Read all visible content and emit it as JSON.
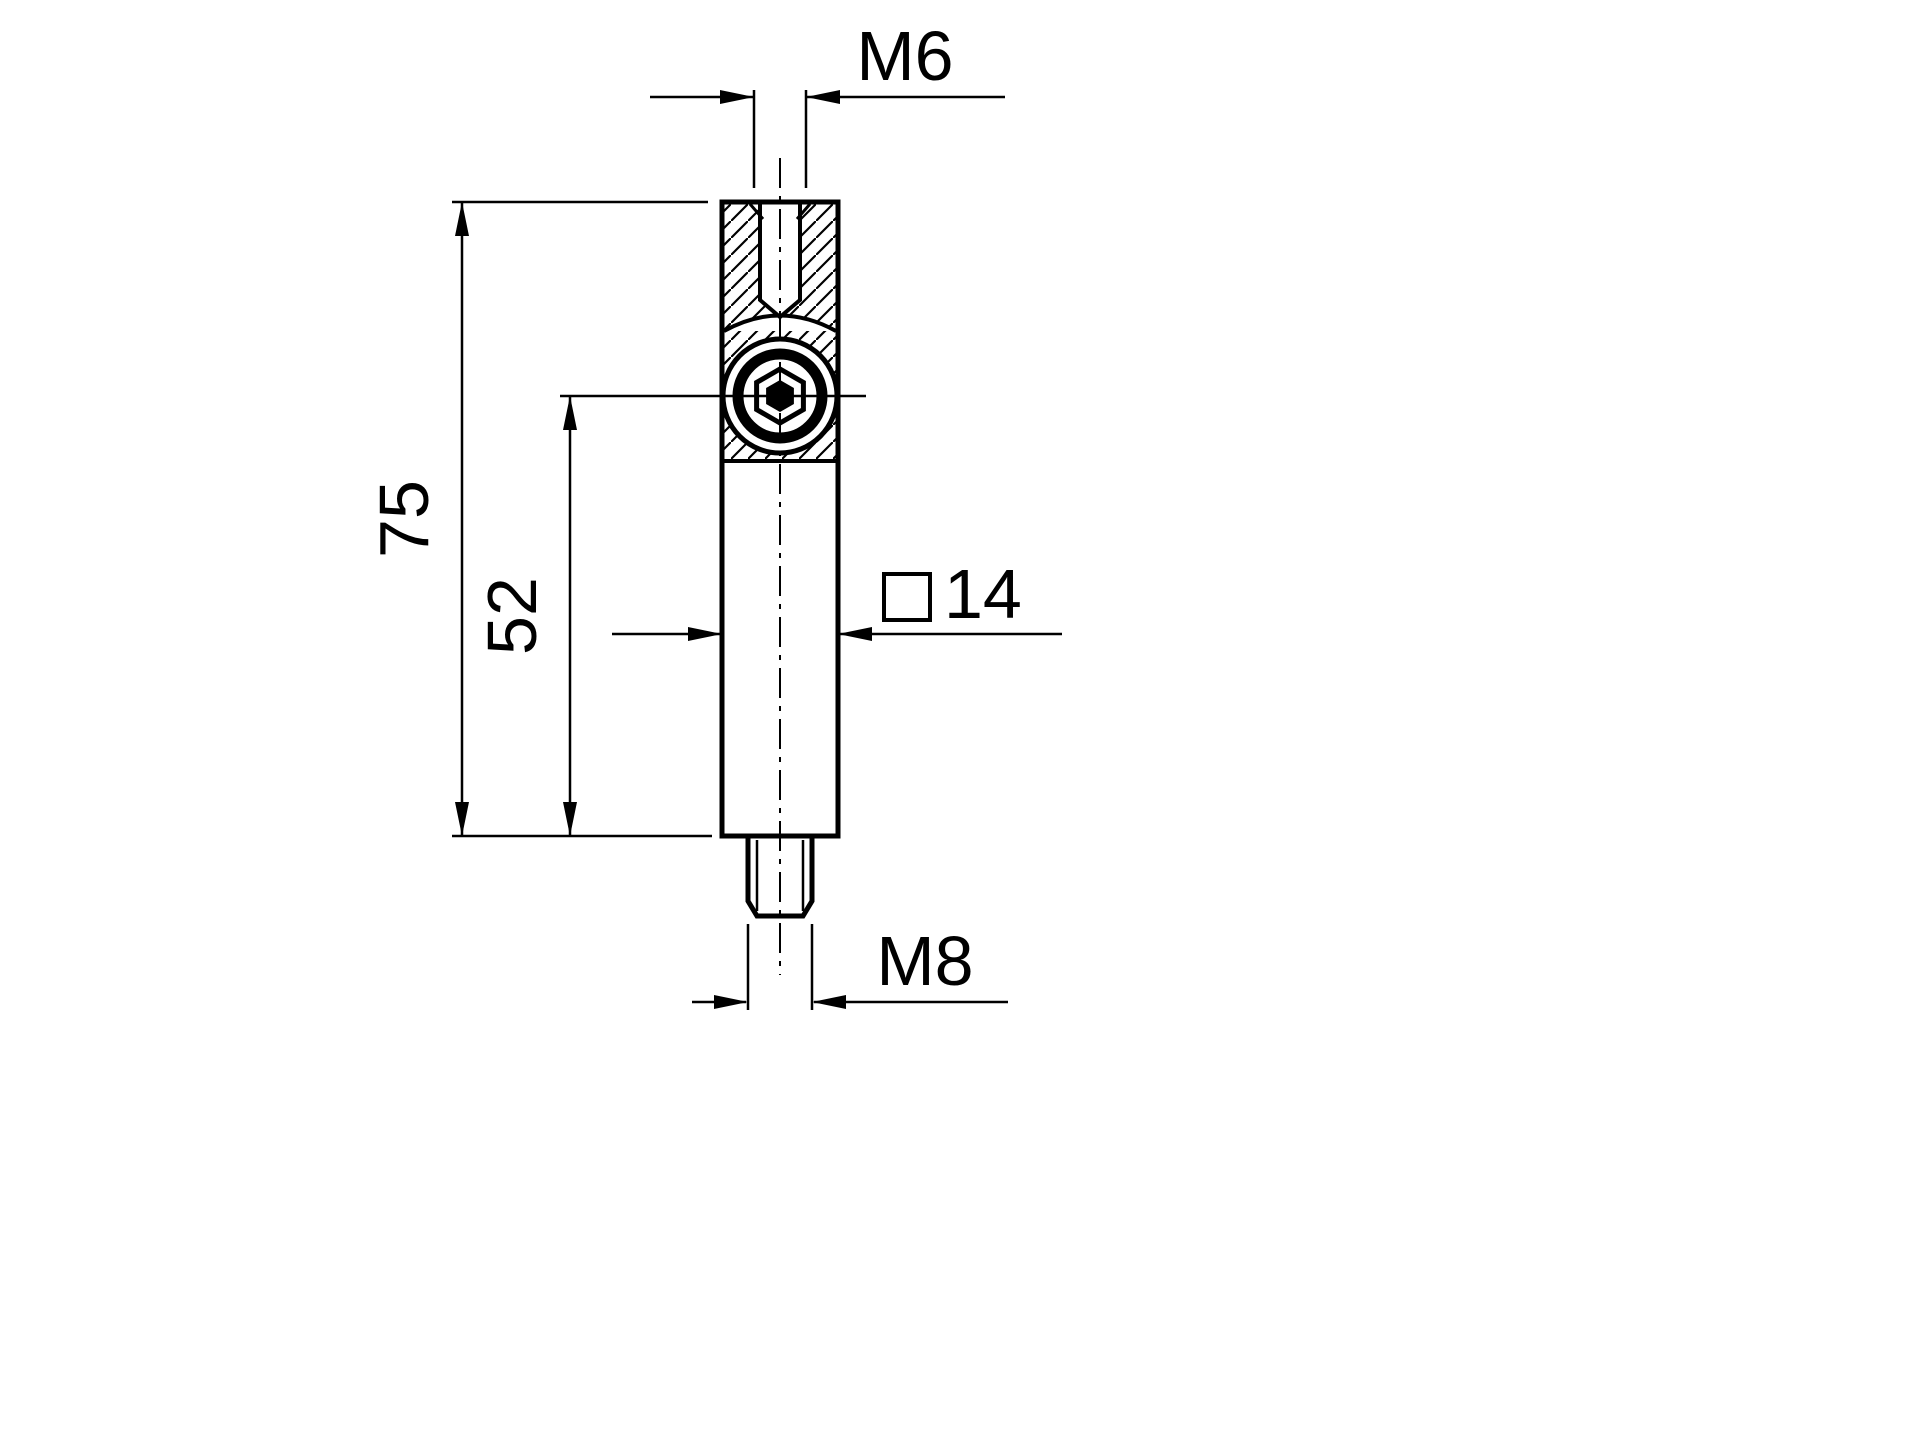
{
  "drawing": {
    "labels": {
      "top_thread": "M6",
      "overall_height": "75",
      "screw_axis_to_bottom": "52",
      "square_width": "14",
      "bottom_thread": "M8"
    },
    "symbols": {
      "square_symbol": "square-outline"
    },
    "colors": {
      "line": "#000000",
      "background": "#ffffff"
    }
  }
}
